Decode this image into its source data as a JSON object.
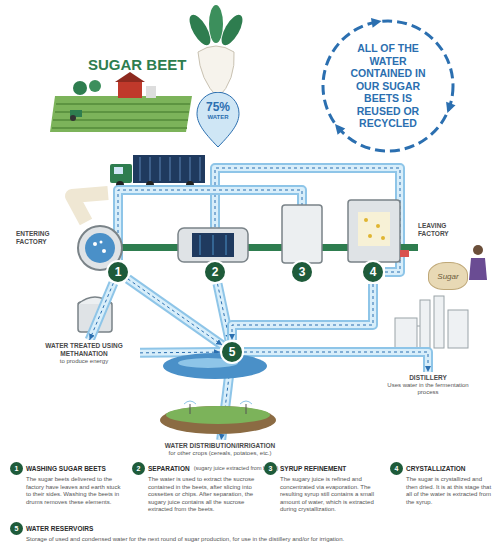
{
  "diagram": {
    "nodes": [
      {
        "text": [
          "75%",
          "WATER"
        ]
      },
      {
        "text": [
          "ALL OF THE WATER CONTAINED IN OUR SUGAR BEETS IS REUSED OR RECYCLED"
        ]
      },
      {
        "text": [
          "1"
        ]
      },
      {
        "text": [
          "2"
        ]
      },
      {
        "text": [
          "3"
        ]
      },
      {
        "text": [
          "4"
        ]
      },
      {
        "text": [
          "Sugar"
        ]
      },
      {
        "text": [
          "WATER TREATED USING METHANATION",
          "to produce energy"
        ]
      },
      {
        "text": [
          "5"
        ]
      },
      {
        "text": [
          "DISTILLERY",
          "Uses water in the fermentation process"
        ]
      },
      {
        "text": [
          "WATER DISTRIBUTION/IRRIGATION",
          "for other crops (cereals, potatoes, etc.)"
        ]
      }
    ],
    "edges": [
      {
        "from": 5,
        "to": 3,
        "arrow": "to"
      },
      {
        "from": 4,
        "to": 2,
        "arrow": "to"
      },
      {
        "from": 2,
        "to": 7,
        "arrow": "to"
      },
      {
        "from": 2,
        "to": 8,
        "arrow": "to"
      },
      {
        "from": 3,
        "to": 8,
        "arrow": "to"
      },
      {
        "from": 5,
        "to": 8,
        "arrow": "to"
      },
      {
        "from": 8,
        "to": 9,
        "arrow": "to"
      },
      {
        "from": 8,
        "to": 10,
        "arrow": "to"
      },
      {
        "from": 7,
        "to": 8,
        "arrow": "to"
      }
    ],
    "labels": [
      "SUGAR BEET",
      "ENTERING FACTORY",
      "LEAVING FACTORY",
      "1",
      "WASHING SUGAR BEETS",
      "The sugar beets delivered to the factory have leaves and earth stuck to their sides. Washing the beets in drums removes these elements.",
      "2",
      "SEPARATION",
      "(sugary juice extracted from beets)",
      "The water is used to extract the sucrose contained in the beets, after slicing into cossettes or chips. After separation, the sugary juice contains all the sucrose extracted from the beets.",
      "3",
      "SYRUP REFINEMENT",
      "The sugary juice is refined and concentrated via evaporation. The resulting syrup still contains a small amount of water, which is extracted during crystallization.",
      "4",
      "CRYSTALLIZATION",
      "The sugar is crystallized and then dried. It is at this stage that all of the water is extracted from the syrup.",
      "5",
      "WATER RESERVOIRS",
      "Storage of used and condensed water for the next round of sugar production, for use in the distillery and/or for irrigation."
    ]
  }
}
